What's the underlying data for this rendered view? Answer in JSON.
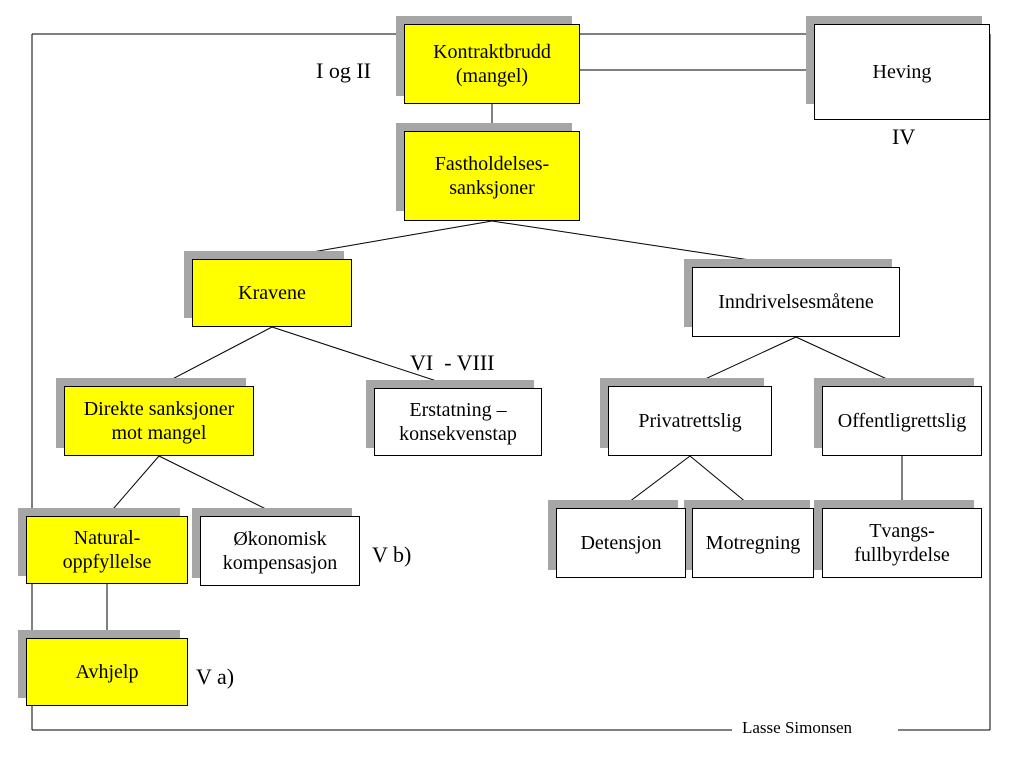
{
  "nodes": [
    {
      "id": "kontraktbrudd",
      "text": "Kontraktbrudd\n(mangel)",
      "color": "yellow"
    },
    {
      "id": "heving",
      "text": "Heving",
      "color": "white"
    },
    {
      "id": "fastholdelse",
      "text": "Fastholdelses-\nsanksjoner",
      "color": "yellow"
    },
    {
      "id": "kravene",
      "text": "Kravene",
      "color": "yellow"
    },
    {
      "id": "inndrivelse",
      "text": "Inndrivelsesmåtene",
      "color": "white"
    },
    {
      "id": "direkte",
      "text": "Direkte sanksjoner\nmot mangel",
      "color": "yellow"
    },
    {
      "id": "erstatning",
      "text": "Erstatning –\nkonsekvenstap",
      "color": "white"
    },
    {
      "id": "privat",
      "text": "Privatrettslig",
      "color": "white"
    },
    {
      "id": "offentlig",
      "text": "Offentligrettslig",
      "color": "white"
    },
    {
      "id": "natural",
      "text": "Natural-\noppfyllelse",
      "color": "yellow"
    },
    {
      "id": "okonomisk",
      "text": "Økonomisk\nkompensasjon",
      "color": "white"
    },
    {
      "id": "detensjon",
      "text": "Detensjon",
      "color": "white"
    },
    {
      "id": "motregning",
      "text": "Motregning",
      "color": "white"
    },
    {
      "id": "tvang",
      "text": "Tvangs-\nfullbyrdelse",
      "color": "white"
    },
    {
      "id": "avhjelp",
      "text": "Avhjelp",
      "color": "yellow"
    }
  ],
  "edges": [
    [
      "kontraktbrudd",
      "heving"
    ],
    [
      "kontraktbrudd",
      "fastholdelse"
    ],
    [
      "fastholdelse",
      "kravene"
    ],
    [
      "fastholdelse",
      "inndrivelse"
    ],
    [
      "kravene",
      "direkte"
    ],
    [
      "kravene",
      "erstatning"
    ],
    [
      "inndrivelse",
      "privat"
    ],
    [
      "inndrivelse",
      "offentlig"
    ],
    [
      "direkte",
      "natural"
    ],
    [
      "direkte",
      "okonomisk"
    ],
    [
      "privat",
      "detensjon"
    ],
    [
      "privat",
      "motregning"
    ],
    [
      "offentlig",
      "tvang"
    ],
    [
      "natural",
      "avhjelp"
    ]
  ],
  "labels": {
    "i_og_ii": "I og II",
    "iv": "IV",
    "vi_viii": "VI  - VIII",
    "v_b": "V b)",
    "v_a": "V a)"
  },
  "footer": {
    "author": "Lasse Simonsen"
  },
  "colors": {
    "yellow": "#ffff00",
    "white": "#ffffff",
    "shadow": "#a6a6a6"
  }
}
